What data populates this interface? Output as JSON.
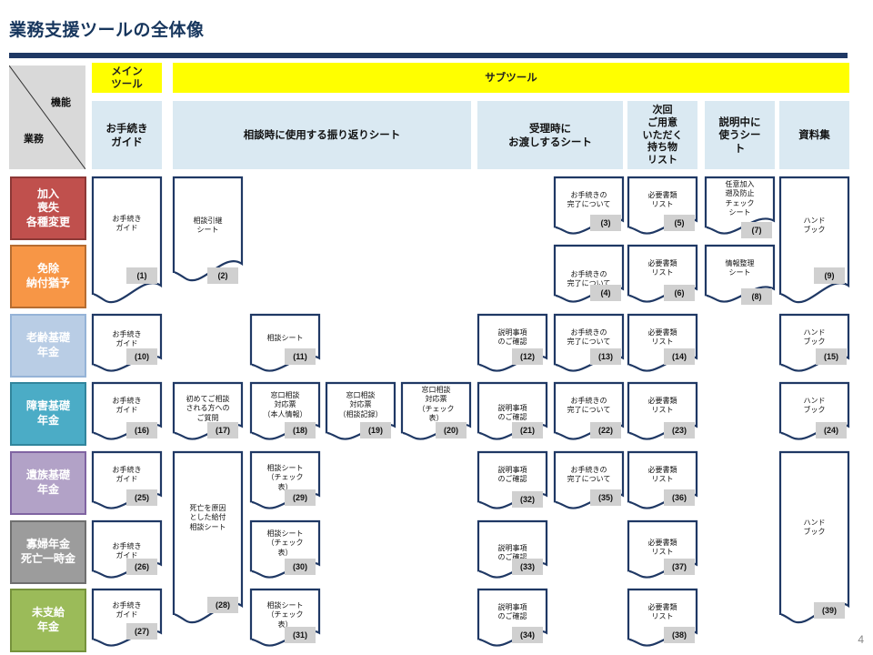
{
  "title": "業務支援ツールの全体像",
  "page_number": "4",
  "colors": {
    "title": "#17365d",
    "title_bar": "#1f3864",
    "header_yellow": "#ffff00",
    "header_blue": "#dae9f2",
    "doc_border": "#1f3864",
    "badge": "#d0d0d0"
  },
  "header": {
    "corner_function": "機能",
    "corner_business": "業務",
    "main_tool": "メイン\nツール",
    "sub_tool": "サブツール",
    "columns": [
      {
        "label": "お手続き\nガイド"
      },
      {
        "label": "相談時に使用する振り返りシート"
      },
      {
        "label": "受理時に\nお渡しするシート"
      },
      {
        "label": "次回\nご用意\nいただく\n持ち物\nリスト"
      },
      {
        "label": "説明中に\n使うシー\nト"
      },
      {
        "label": "資料集"
      }
    ]
  },
  "rows": [
    {
      "label": "加入\n喪失\n各種変更",
      "color": "#c0504d",
      "border": "#8c3836"
    },
    {
      "label": "免除\n納付猶予",
      "color": "#f79646",
      "border": "#b66d31"
    },
    {
      "label": "老齢基礎\n年金",
      "color": "#b9cde5",
      "border": "#95b3d7"
    },
    {
      "label": "障害基礎\n年金",
      "color": "#4bacc6",
      "border": "#31859c"
    },
    {
      "label": "遺族基礎\n年金",
      "color": "#b2a2c7",
      "border": "#8064a2"
    },
    {
      "label": "寡婦年金\n死亡一時金",
      "color": "#9c9c9c",
      "border": "#6f6f6f"
    },
    {
      "label": "未支給\n年金",
      "color": "#9bbb59",
      "border": "#76923c"
    }
  ],
  "docs": [
    {
      "text": "お手続き\nガイド",
      "badge": "(1)"
    },
    {
      "text": "相談引継\nシート",
      "badge": "(2)"
    },
    {
      "text": "お手続きの\n完了について",
      "badge": "(3)"
    },
    {
      "text": "お手続きの\n完了について",
      "badge": "(4)"
    },
    {
      "text": "必要書類\nリスト",
      "badge": "(5)"
    },
    {
      "text": "必要書類\nリスト",
      "badge": "(6)"
    },
    {
      "text": "任意加入\n遡及防止\nチェック\nシート",
      "badge": "(7)"
    },
    {
      "text": "情報整理\nシート",
      "badge": "(8)"
    },
    {
      "text": "ハンド\nブック",
      "badge": "(9)"
    },
    {
      "text": "お手続き\nガイド",
      "badge": "(10)"
    },
    {
      "text": "相談シート",
      "badge": "(11)"
    },
    {
      "text": "説明事項\nのご確認",
      "badge": "(12)"
    },
    {
      "text": "お手続きの\n完了について",
      "badge": "(13)"
    },
    {
      "text": "必要書類\nリスト",
      "badge": "(14)"
    },
    {
      "text": "ハンド\nブック",
      "badge": "(15)"
    },
    {
      "text": "お手続き\nガイド",
      "badge": "(16)"
    },
    {
      "text": "初めてご相談\nされる方への\nご質問",
      "badge": "(17)"
    },
    {
      "text": "窓口相談\n対応票\n（本人情報）",
      "badge": "(18)"
    },
    {
      "text": "窓口相談\n対応票\n（相談記録）",
      "badge": "(19)"
    },
    {
      "text": "窓口相談\n対応票\n（チェック\n表）",
      "badge": "(20)"
    },
    {
      "text": "説明事項\nのご確認",
      "badge": "(21)"
    },
    {
      "text": "お手続きの\n完了について",
      "badge": "(22)"
    },
    {
      "text": "必要書類\nリスト",
      "badge": "(23)"
    },
    {
      "text": "ハンド\nブック",
      "badge": "(24)"
    },
    {
      "text": "お手続き\nガイド",
      "badge": "(25)"
    },
    {
      "text": "お手続き\nガイド",
      "badge": "(26)"
    },
    {
      "text": "お手続き\nガイド",
      "badge": "(27)"
    },
    {
      "text": "死亡を原因\nとした給付\n相談シート",
      "badge": "(28)"
    },
    {
      "text": "相談シート\n（チェック\n表）",
      "badge": "(29)"
    },
    {
      "text": "相談シート\n（チェック\n表）",
      "badge": "(30)"
    },
    {
      "text": "相談シート\n（チェック\n表）",
      "badge": "(31)"
    },
    {
      "text": "説明事項\nのご確認",
      "badge": "(32)"
    },
    {
      "text": "説明事項\nのご確認",
      "badge": "(33)"
    },
    {
      "text": "説明事項\nのご確認",
      "badge": "(34)"
    },
    {
      "text": "お手続きの\n完了について",
      "badge": "(35)"
    },
    {
      "text": "必要書類\nリスト",
      "badge": "(36)"
    },
    {
      "text": "必要書類\nリスト",
      "badge": "(37)"
    },
    {
      "text": "必要書類\nリスト",
      "badge": "(38)"
    },
    {
      "text": "ハンド\nブック",
      "badge": "(39)"
    }
  ]
}
